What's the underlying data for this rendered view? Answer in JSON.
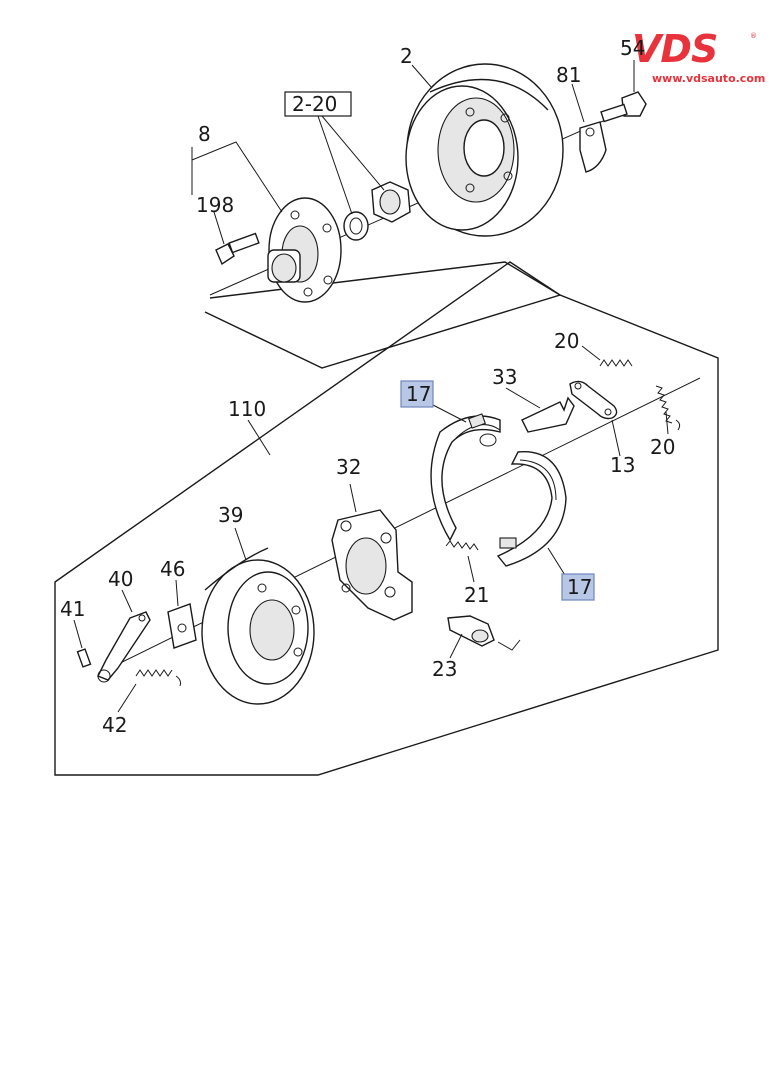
{
  "logo": {
    "brand": "VDS",
    "url": "www.vdsauto.com",
    "registered": "®",
    "color": "#e8333c"
  },
  "labels": {
    "p2": "2",
    "p54": "54",
    "p81": "81",
    "p2_20": "2-20",
    "p8": "8",
    "p198": "198",
    "p110": "110",
    "p17a": "17",
    "p17b": "17",
    "p33": "33",
    "p20a": "20",
    "p20b": "20",
    "p13": "13",
    "p32": "32",
    "p39": "39",
    "p40": "40",
    "p46": "46",
    "p41": "41",
    "p42": "42",
    "p21": "21",
    "p23": "23"
  },
  "highlight_color": "#b9c7e6"
}
